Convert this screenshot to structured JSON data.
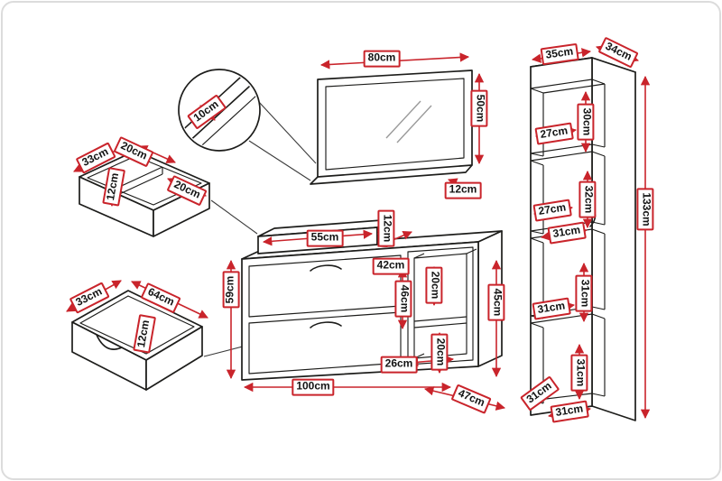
{
  "colors": {
    "dimension_red": "#c9242b",
    "outline_black": "#1d1d1b",
    "background": "#ffffff"
  },
  "mirror": {
    "width": "80cm",
    "height": "50cm",
    "shelf_depth": "12cm",
    "frame_detail": "10cm"
  },
  "drawer_insert": {
    "width": "33cm",
    "depth": "20cm",
    "height": "12cm",
    "compartment_depth": "20cm"
  },
  "drawer": {
    "width": "33cm",
    "depth": "64cm",
    "height": "12cm"
  },
  "bench": {
    "pad_width": "55cm",
    "pad_height": "12cm",
    "top_depth": "42cm",
    "height": "59cm",
    "niche_height": "46cm",
    "niche_top_depth": "20cm",
    "niche_width": "26cm",
    "niche_bottom_depth": "20cm",
    "side_height": "45cm",
    "width": "100cm",
    "depth": "47cm"
  },
  "cabinet": {
    "width": "35cm",
    "depth": "34cm",
    "height": "133cm",
    "section1_height": "30cm",
    "section1_width": "27cm",
    "section2_height": "32cm",
    "section2_width": "27cm",
    "shelf_width": "31cm",
    "section3_height": "31cm",
    "section3_width": "31cm",
    "section4_height": "31cm",
    "section4_depth": "31cm",
    "bottom_width": "31cm"
  }
}
